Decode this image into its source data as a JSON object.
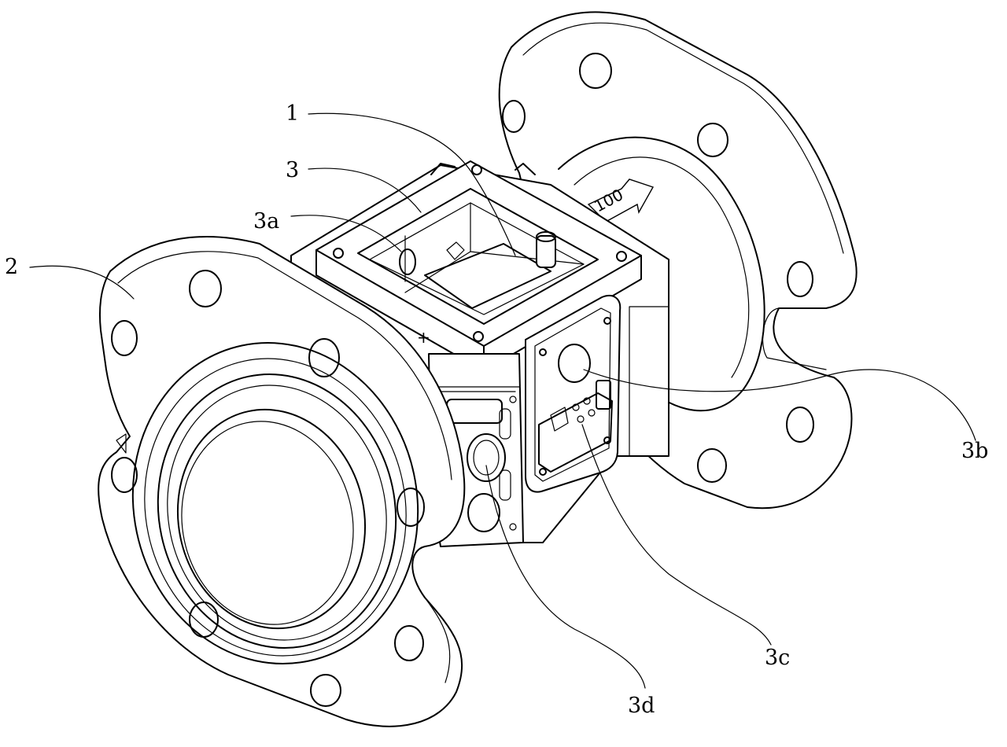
{
  "figure": {
    "labels": {
      "l1": "1",
      "l2": "2",
      "l3": "3",
      "l3a": "3a",
      "l3b": "3b",
      "l3c": "3c",
      "l3d": "3d"
    },
    "flow_mark": "100",
    "plus_mark": "+"
  }
}
